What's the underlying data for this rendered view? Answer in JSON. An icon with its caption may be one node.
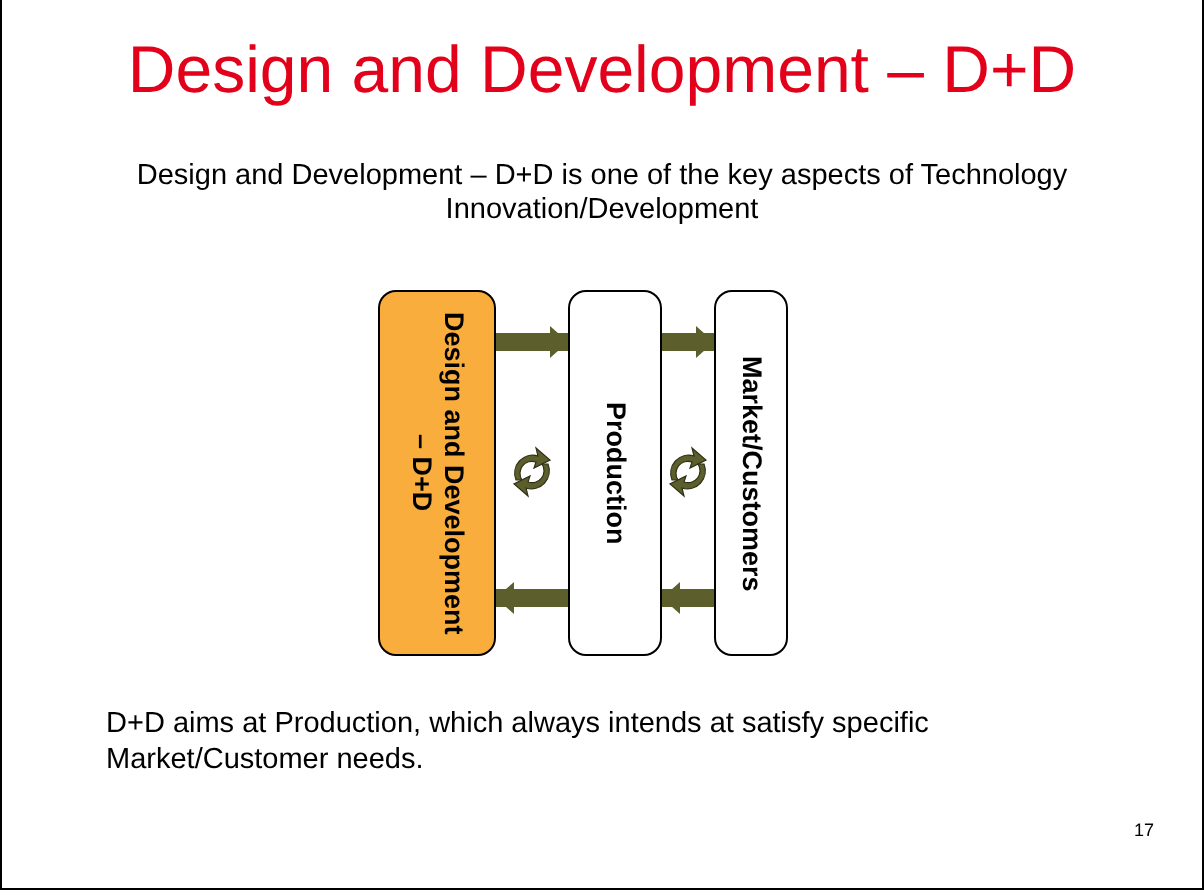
{
  "diagram": {
    "title": "Design and Development – D+D",
    "nodes": [
      {
        "text": [
          "Design and Development – D+D"
        ]
      },
      {
        "text": [
          "Production"
        ]
      },
      {
        "text": [
          "Market/Customers"
        ]
      }
    ],
    "edges": [
      {
        "from": 0,
        "to": 1,
        "arrow": "to"
      },
      {
        "from": 1,
        "to": 2,
        "arrow": "to"
      },
      {
        "from": 1,
        "to": 0,
        "arrow": "to"
      },
      {
        "from": 2,
        "to": 1,
        "arrow": "to"
      }
    ],
    "labels": [
      "Design and Development – D+D is one of the key aspects of Technology Innovation/Development",
      "D+D aims at Production, which always intends at satisfy specific Market/Customer needs.",
      "17"
    ]
  }
}
